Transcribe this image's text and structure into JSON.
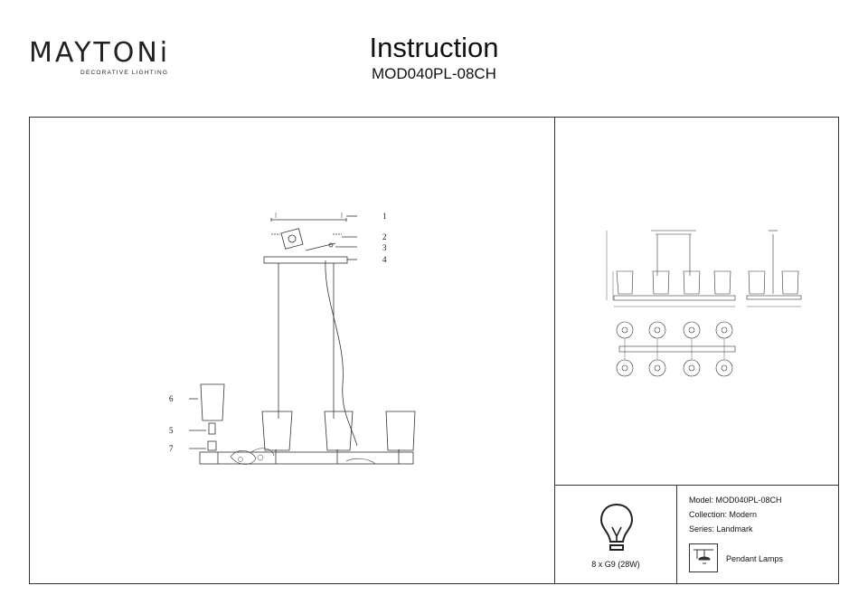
{
  "brand": {
    "name": "MAYTONi",
    "tagline": "DECORATIVE LIGHTING"
  },
  "header": {
    "title": "Instruction",
    "model_code": "MOD040PL-08CH"
  },
  "callouts": [
    "1",
    "2",
    "3",
    "4",
    "5",
    "6",
    "7"
  ],
  "bulb": {
    "label": "8 x G9 (28W)",
    "icon": "bulb-icon"
  },
  "info": {
    "model": "Model: MOD040PL-08CH",
    "collection": "Collection: Modern",
    "series": "Series: Landmark",
    "type": "Pendant Lamps",
    "type_icon": "pendant-lamp-icon"
  },
  "colors": {
    "line": "#333333",
    "text": "#111111"
  }
}
